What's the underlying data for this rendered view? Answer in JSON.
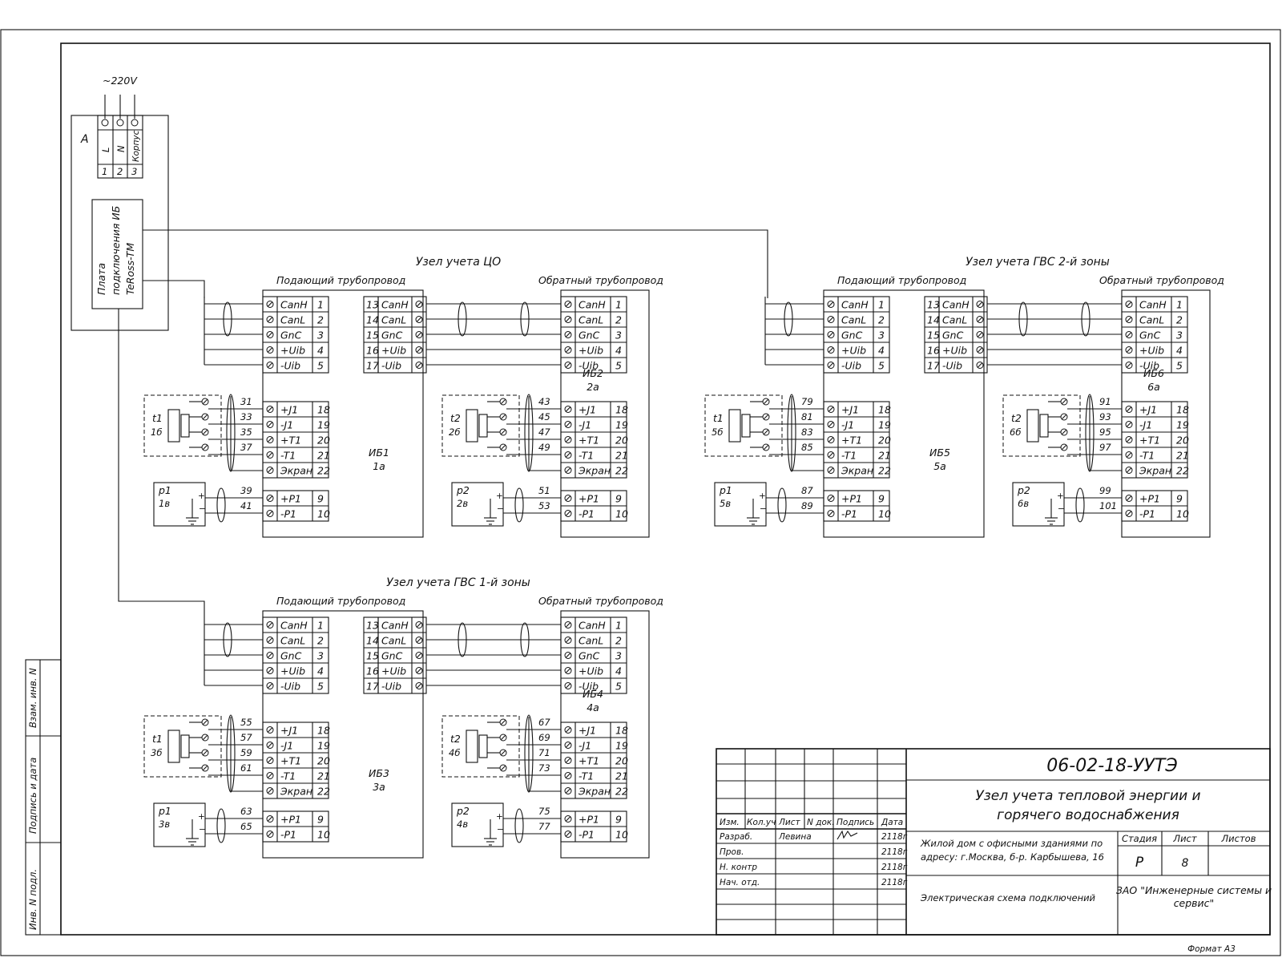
{
  "power": {
    "voltage": "~220V",
    "block_label": "A",
    "terminals": [
      {
        "name": "L",
        "num": "1"
      },
      {
        "name": "N",
        "num": "2"
      },
      {
        "name": "Корпус",
        "num": "3"
      }
    ]
  },
  "plate": {
    "lines": [
      "Плата",
      "подключения ИБ",
      "TeRoss-TM"
    ]
  },
  "common_labels": {
    "supply": "Подающий трубопровод",
    "return": "Обратный трубопровод"
  },
  "bus_left_terms": [
    {
      "name": "CanH",
      "num": "1"
    },
    {
      "name": "CanL",
      "num": "2"
    },
    {
      "name": "GnC",
      "num": "3"
    },
    {
      "name": "+Uib",
      "num": "4"
    },
    {
      "name": "-Uib",
      "num": "5"
    }
  ],
  "bus_right_terms": [
    {
      "num": "13",
      "name": "CanH"
    },
    {
      "num": "14",
      "name": "CanL"
    },
    {
      "num": "15",
      "name": "GnC"
    },
    {
      "num": "16",
      "name": "+Uib"
    },
    {
      "num": "17",
      "name": "-Uib"
    }
  ],
  "sensor_terms": [
    {
      "name": "+J1",
      "num": "18"
    },
    {
      "name": "-J1",
      "num": "19"
    },
    {
      "name": "+T1",
      "num": "20"
    },
    {
      "name": "-T1",
      "num": "21"
    },
    {
      "name": "Экран",
      "num": "22"
    }
  ],
  "press_terms": [
    {
      "name": "+P1",
      "num": "9"
    },
    {
      "name": "-P1",
      "num": "10"
    }
  ],
  "nodes": [
    {
      "title": "Узел учета ЦО",
      "units": [
        {
          "name": "ИБ1",
          "sub": "1а",
          "t_name": "t1",
          "t_code": "1б",
          "p_name": "p1",
          "p_code": "1в",
          "t_wires": [
            "31",
            "33",
            "35",
            "37"
          ],
          "p_wires": [
            "39",
            "41"
          ]
        },
        {
          "name": "ИБ2",
          "sub": "2а",
          "t_name": "t2",
          "t_code": "2б",
          "p_name": "p2",
          "p_code": "2в",
          "t_wires": [
            "43",
            "45",
            "47",
            "49"
          ],
          "p_wires": [
            "51",
            "53"
          ]
        }
      ]
    },
    {
      "title": "Узел учета ГВС 2-й зоны",
      "units": [
        {
          "name": "ИБ5",
          "sub": "5а",
          "t_name": "t1",
          "t_code": "5б",
          "p_name": "p1",
          "p_code": "5в",
          "t_wires": [
            "79",
            "81",
            "83",
            "85"
          ],
          "p_wires": [
            "87",
            "89"
          ]
        },
        {
          "name": "ИБ6",
          "sub": "6а",
          "t_name": "t2",
          "t_code": "6б",
          "p_name": "p2",
          "p_code": "6в",
          "t_wires": [
            "91",
            "93",
            "95",
            "97"
          ],
          "p_wires": [
            "99",
            "101"
          ]
        }
      ]
    },
    {
      "title": "Узел учета ГВС 1-й зоны",
      "units": [
        {
          "name": "ИБ3",
          "sub": "3а",
          "t_name": "t1",
          "t_code": "3б",
          "p_name": "p1",
          "p_code": "3в",
          "t_wires": [
            "55",
            "57",
            "59",
            "61"
          ],
          "p_wires": [
            "63",
            "65"
          ]
        },
        {
          "name": "ИБ4",
          "sub": "4а",
          "t_name": "t2",
          "t_code": "4б",
          "p_name": "p2",
          "p_code": "4в",
          "t_wires": [
            "67",
            "69",
            "71",
            "73"
          ],
          "p_wires": [
            "75",
            "77"
          ]
        }
      ]
    }
  ],
  "side_stamp": [
    "Взам. инв. N",
    "Подпись и дата",
    "Инв. N подл."
  ],
  "title_block": {
    "code": "06-02-18-УУТЭ",
    "title": "Узел учета тепловой энергии и горячего водоснабжения",
    "object_line1": "Жилой дом с офисными зданиями по",
    "object_line2": "адресу: г.Москва, б-р. Карбышева, 16",
    "sheet_title": "Электрическая схема подключений",
    "company_line1": "ЗАО \"Инженерные системы и",
    "company_line2": "сервис\"",
    "stage_header": "Стадия",
    "sheet_header": "Лист",
    "sheets_header": "Листов",
    "stage": "Р",
    "sheet": "8",
    "headers": [
      "Изм.",
      "Кол.уч",
      "Лист",
      "N док.",
      "Подпись",
      "Дата"
    ],
    "roles": [
      {
        "role": "Разраб.",
        "name": "Левина",
        "date": "2118г"
      },
      {
        "role": "Пров.",
        "name": "",
        "date": "2118г"
      },
      {
        "role": "Н. контр",
        "name": "",
        "date": "2118г"
      },
      {
        "role": "Нач. отд.",
        "name": "",
        "date": "2118г"
      }
    ],
    "format": "Формат А3"
  }
}
